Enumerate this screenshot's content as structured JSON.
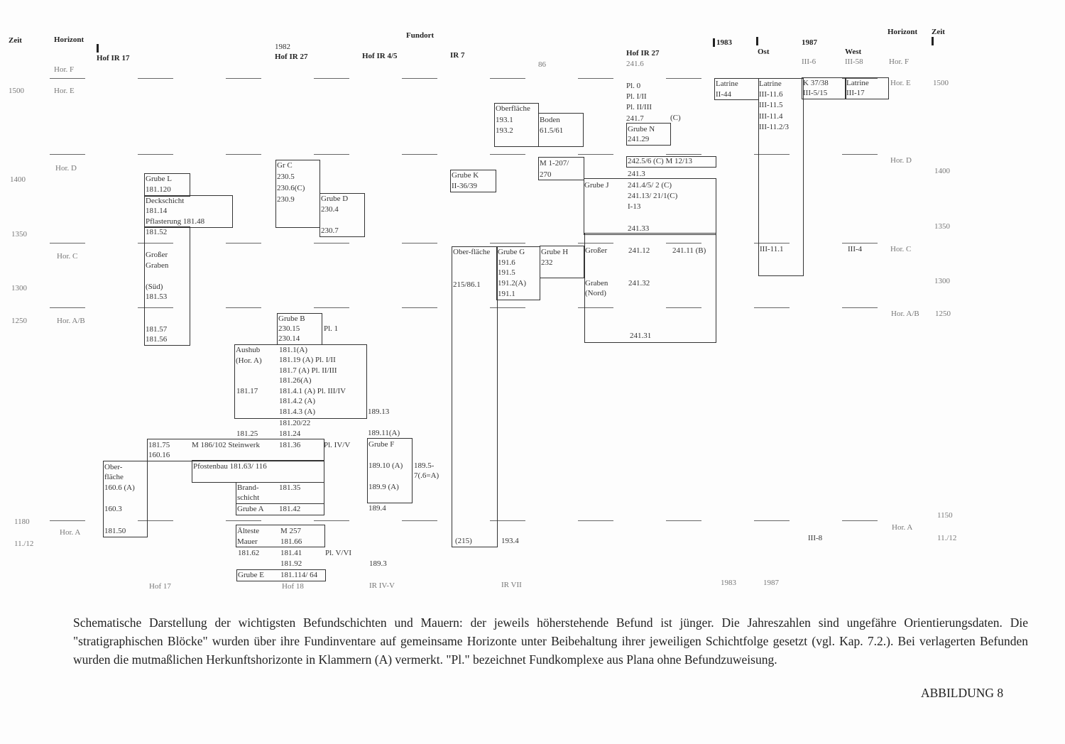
{
  "header": {
    "zeit_left": "Zeit",
    "horizont_left": "Horizont",
    "fundort": "Fundort",
    "hof_ir17": "Hof IR 17",
    "year_1982": "1982",
    "hof_ir27_a": "Hof IR 27",
    "hof_ir45": "Hof IR 4/5",
    "ir7": "IR 7",
    "n86": "86",
    "hof_ir27_b": "Hof IR 27",
    "n241_6": "241.6",
    "year_1983": "1983",
    "ost": "Ost",
    "year_1987": "1987",
    "west": "West",
    "iii6": "III-6",
    "iii58": "III-58",
    "horizont_right": "Horizont",
    "zeit_right": "Zeit"
  },
  "axis_left": {
    "hor_f": "Hor. F",
    "t1500": "1500",
    "hor_e": "Hor. E",
    "hor_d": "Hor. D",
    "t1400": "1400",
    "t1350": "1350",
    "hor_c": "Hor. C",
    "t1300": "1300",
    "t1250": "1250",
    "hor_ab": "Hor. A/B",
    "t1180": "1180",
    "hor_a": "Hor. A",
    "t1112": "11./12"
  },
  "axis_right": {
    "hor_f": "Hor. F",
    "hor_e": "Hor. E",
    "t1500": "1500",
    "hor_d": "Hor. D",
    "t1400": "1400",
    "t1350": "1350",
    "hor_c": "Hor. C",
    "t1300": "1300",
    "hor_ab": "Hor. A/B",
    "t1250": "1250",
    "t1150": "1150",
    "hor_a": "Hor. A",
    "t1112": "11./12"
  },
  "cells": {
    "grube_l": [
      "Grube L",
      "181.120"
    ],
    "deckschicht": [
      "Deckschicht",
      "181.14",
      "Pflasterung  181.48"
    ],
    "graben_sued": [
      "181.52",
      "Großer",
      "Graben",
      "(Süd)",
      "181.53",
      "181.57",
      "181.56"
    ],
    "gr_c": [
      "Gr C",
      "230.5",
      "230.6(C)",
      "230.9"
    ],
    "grube_d": [
      "Grube D",
      "230.4",
      "230.7"
    ],
    "grube_k": [
      "Grube K",
      "II-36/39"
    ],
    "oberflaeche_193": [
      "Oberfläche",
      "193.1",
      "193.2"
    ],
    "boden": [
      "Boden",
      "61.5/61"
    ],
    "m1": [
      "M 1-207/",
      "270"
    ],
    "pl_list": [
      "Pl. 0",
      "Pl. I/II",
      "Pl. II/III",
      "241.7",
      "(C)"
    ],
    "grube_n": [
      "Grube N",
      "241.29"
    ],
    "m12": "242.5/6 (C) M 12/13",
    "grube_j": [
      "241.3",
      "Grube J",
      "241.4/5/ 2   (C)",
      "241.13/ 21/1(C)",
      "I-13",
      "241.33"
    ],
    "graben_nord": [
      "Großer",
      "Graben",
      "(Nord)",
      "241.12",
      "241.11 (B)",
      "241.32",
      "241.31"
    ],
    "grube_h": [
      "Grube H",
      "232"
    ],
    "grube_g": [
      "Grube G",
      "191.6",
      "191.5",
      "191.2(A)",
      "191.1"
    ],
    "oberflaeche_215": [
      "Ober-fläche",
      "215/86.1",
      "(215)"
    ],
    "n193_4": "193.4",
    "latrine_ii44": [
      "Latrine",
      "II-44"
    ],
    "latrine_ost": [
      "Latrine",
      "III-11.6",
      "III-11.5",
      "III-11.4",
      "III-11.2/3",
      "III-11.1"
    ],
    "k3738": [
      "K 37/38",
      "III-5/15"
    ],
    "latrine_iii17": [
      "Latrine",
      "III-17"
    ],
    "iii4": "III-4",
    "iii8": "III-8",
    "grube_b": [
      "Grube B",
      "230.15",
      "230.14",
      "Pl. 1"
    ],
    "aushub": [
      "Aushub",
      "(Hor. A)",
      "181.17",
      "181.1(A)",
      "181.19 (A)  Pl. I/II",
      "181.7 (A)   Pl. II/III",
      "181.26(A)",
      "181.4.1 (A) Pl. III/IV",
      "181.4.2 (A)",
      "181.4.3 (A)"
    ],
    "n189_13": "189.13",
    "n181_20": "181.20/22",
    "n181_25": "181.25",
    "n181_24": "181.24",
    "n189_11": "189.11(A)",
    "steinwerk": [
      "181.75",
      "160.16",
      "M 186/102  Steinwerk",
      "181.36",
      "Pl. IV/V"
    ],
    "oberflaeche_160": [
      "Ober-",
      "fläche",
      "160.6 (A)",
      "160.3",
      "181.50"
    ],
    "pfostenbau": "Pfostenbau  181.63/ 116",
    "brandschicht": [
      "Brand-",
      "schicht",
      "181.35"
    ],
    "grube_a": [
      "Grube A",
      "181.42"
    ],
    "grube_f": [
      "Grube F",
      "189.10 (A)",
      "189.9 (A)",
      "189.5-",
      "7(.6=A)",
      "189.4"
    ],
    "aelteste": [
      "Älteste",
      "Mauer",
      "M 257",
      "181.66"
    ],
    "below": [
      "181.62",
      "181.41",
      "Pl. V/VI",
      "181.92",
      "189.3"
    ],
    "grube_e": [
      "Grube E",
      "181.114/ 64"
    ]
  },
  "footer_labels": {
    "hof17": "Hof 17",
    "hof18": "Hof 18",
    "ir_iv_v": "IR IV-V",
    "ir_vii": "IR VII",
    "y1983": "1983",
    "y1987": "1987"
  },
  "caption": "Schematische Darstellung der wichtigsten Befundschichten und Mauern: der jeweils höherstehende Befund ist jünger. Die Jahreszahlen sind ungefähre Orientierungsdaten. Die \"stratigraphischen Blöcke\" wurden über ihre Fundinventare auf gemeinsame Horizonte unter Beibehaltung ihrer jeweiligen Schichtfolge gesetzt (vgl. Kap. 7.2.). Bei verlagerten Befunden wurden die mutmaßlichen Herkunftshorizonte in Klammern (A) vermerkt. \"Pl.\" bezeichnet Fundkomplexe aus Plana ohne Befundzuweisung.",
  "figure_label": "ABBILDUNG 8"
}
